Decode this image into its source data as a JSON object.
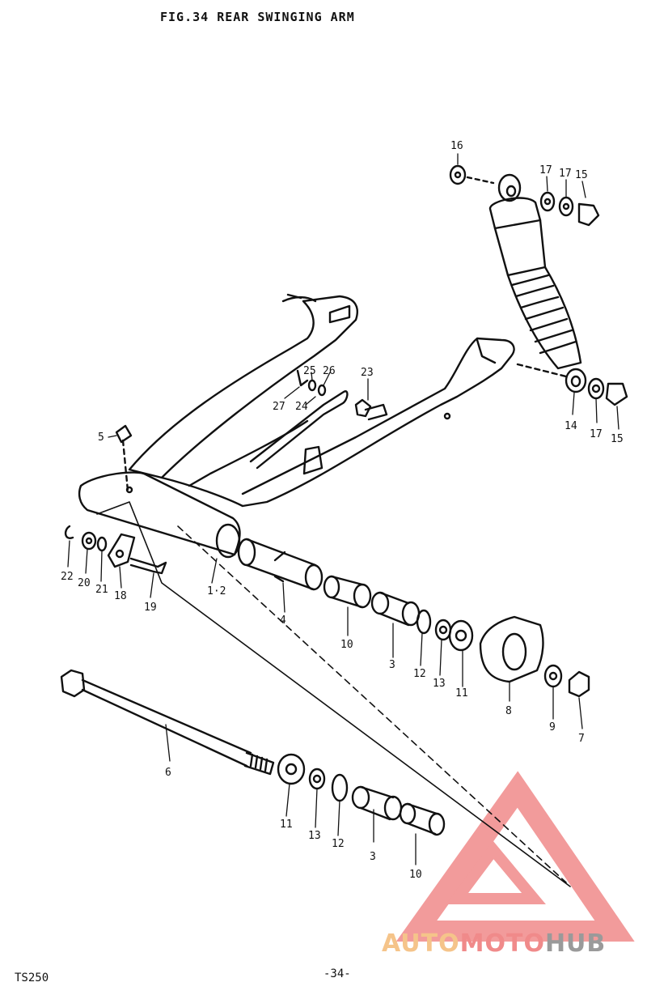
{
  "figure": {
    "title": "FIG.34  REAR SWINGING ARM"
  },
  "footer": {
    "model": "TS250",
    "page": "-34-"
  },
  "watermark": {
    "auto": "AUTO",
    "moto": "MOTO",
    "hub": "HUB",
    "colors": {
      "auto": "#f5c48a",
      "moto": "#f08a8a",
      "hub": "#9a9a9a",
      "triangle": "#f08a8a"
    }
  },
  "callouts": [
    {
      "id": "c16",
      "text": "16"
    },
    {
      "id": "c17a",
      "text": "17"
    },
    {
      "id": "c17b",
      "text": "17"
    },
    {
      "id": "c15a",
      "text": "15"
    },
    {
      "id": "c25",
      "text": "25"
    },
    {
      "id": "c26",
      "text": "26"
    },
    {
      "id": "c23",
      "text": "23"
    },
    {
      "id": "c27",
      "text": "27"
    },
    {
      "id": "c24",
      "text": "24"
    },
    {
      "id": "c5",
      "text": "5"
    },
    {
      "id": "c14",
      "text": "14"
    },
    {
      "id": "c17c",
      "text": "17"
    },
    {
      "id": "c15b",
      "text": "15"
    },
    {
      "id": "c22",
      "text": "22"
    },
    {
      "id": "c20",
      "text": "20"
    },
    {
      "id": "c21",
      "text": "21"
    },
    {
      "id": "c18",
      "text": "18"
    },
    {
      "id": "c19",
      "text": "19"
    },
    {
      "id": "c1_2",
      "text": "1·2"
    },
    {
      "id": "c4",
      "text": "4"
    },
    {
      "id": "c10a",
      "text": "10"
    },
    {
      "id": "c3a",
      "text": "3"
    },
    {
      "id": "c12a",
      "text": "12"
    },
    {
      "id": "c13a",
      "text": "13"
    },
    {
      "id": "c11a",
      "text": "11"
    },
    {
      "id": "c8",
      "text": "8"
    },
    {
      "id": "c9",
      "text": "9"
    },
    {
      "id": "c7",
      "text": "7"
    },
    {
      "id": "c6",
      "text": "6"
    },
    {
      "id": "c11b",
      "text": "11"
    },
    {
      "id": "c13b",
      "text": "13"
    },
    {
      "id": "c12b",
      "text": "12"
    },
    {
      "id": "c3b",
      "text": "3"
    },
    {
      "id": "c10b",
      "text": "10"
    }
  ]
}
